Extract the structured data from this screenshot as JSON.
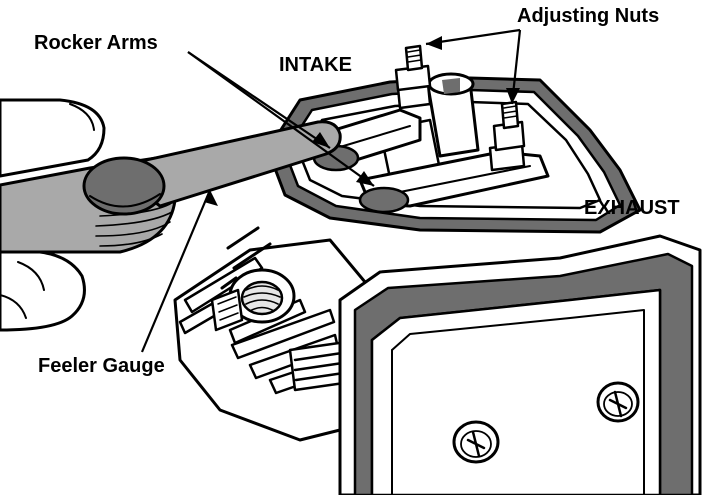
{
  "labels": {
    "adjusting_nuts": "Adjusting Nuts",
    "rocker_arms": "Rocker Arms",
    "intake": "INTAKE",
    "exhaust": "EXHAUST",
    "feeler_gauge": "Feeler Gauge"
  },
  "colors": {
    "ink": "#000000",
    "gauge_gray": "#a9a9a9",
    "gasket_gray": "#6e6e6e",
    "metal_light": "#e6e6e6",
    "background": "#ffffff"
  },
  "icons": [
    "phillips-screw-icon",
    "phillips-screw-icon"
  ]
}
